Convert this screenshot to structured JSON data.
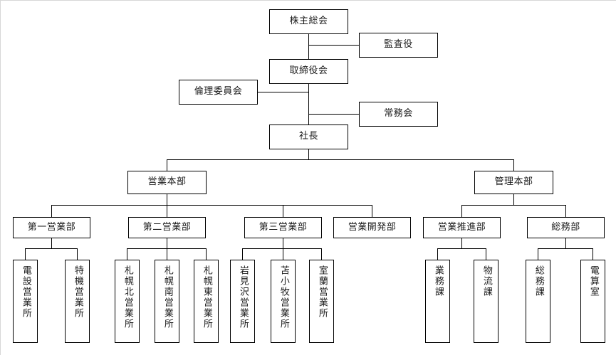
{
  "diagram": {
    "type": "organization-chart",
    "orientation": "top-down",
    "line_color": "#000000",
    "box_fill": "#ffffff",
    "box_border": "#000000",
    "text_color": "#1a1a1a",
    "nodes": {
      "shareholders_meeting": {
        "label": "株主総会",
        "level": 0
      },
      "auditor": {
        "label": "監査役",
        "level": 0
      },
      "board_of_directors": {
        "label": "取締役会",
        "level": 1
      },
      "ethics_committee": {
        "label": "倫理委員会",
        "level": 1
      },
      "executive_board": {
        "label": "常務会",
        "level": 1
      },
      "president": {
        "label": "社長",
        "level": 2
      },
      "sales_hq": {
        "label": "営業本部",
        "level": 3
      },
      "admin_hq": {
        "label": "管理本部",
        "level": 3
      },
      "sales_div_1": {
        "label": "第一営業部",
        "level": 4
      },
      "sales_div_2": {
        "label": "第二営業部",
        "level": 4
      },
      "sales_div_3": {
        "label": "第三営業部",
        "level": 4
      },
      "sales_dev_div": {
        "label": "営業開発部",
        "level": 4
      },
      "sales_promo_div": {
        "label": "営業推進部",
        "level": 4
      },
      "general_affairs_div": {
        "label": "総務部",
        "level": 4
      },
      "office_densetsu": {
        "label": "電設営業所",
        "level": 5
      },
      "office_tokki": {
        "label": "特機営業所",
        "level": 5
      },
      "office_sapporo_kita": {
        "label": "札幌北営業所",
        "level": 5
      },
      "office_sapporo_minami": {
        "label": "札幌南営業所",
        "level": 5
      },
      "office_sapporo_higashi": {
        "label": "札幌東営業所",
        "level": 5
      },
      "office_iwamizawa": {
        "label": "岩見沢営業所",
        "level": 5
      },
      "office_tomakomai": {
        "label": "苫小牧営業所",
        "level": 5
      },
      "office_muroran": {
        "label": "室蘭営業所",
        "level": 5
      },
      "section_gyomu": {
        "label": "業務課",
        "level": 5
      },
      "section_butsuryu": {
        "label": "物流課",
        "level": 5
      },
      "section_somu": {
        "label": "総務課",
        "level": 5
      },
      "section_densan": {
        "label": "電算室",
        "level": 5
      }
    },
    "edges": [
      {
        "from": "shareholders_meeting",
        "to": "auditor"
      },
      {
        "from": "shareholders_meeting",
        "to": "board_of_directors"
      },
      {
        "from": "board_of_directors",
        "to": "ethics_committee"
      },
      {
        "from": "board_of_directors",
        "to": "executive_board"
      },
      {
        "from": "board_of_directors",
        "to": "president"
      },
      {
        "from": "president",
        "to": "sales_hq"
      },
      {
        "from": "president",
        "to": "admin_hq"
      },
      {
        "from": "sales_hq",
        "to": "sales_div_1"
      },
      {
        "from": "sales_hq",
        "to": "sales_div_2"
      },
      {
        "from": "sales_hq",
        "to": "sales_div_3"
      },
      {
        "from": "sales_hq",
        "to": "sales_dev_div"
      },
      {
        "from": "admin_hq",
        "to": "sales_promo_div"
      },
      {
        "from": "admin_hq",
        "to": "general_affairs_div"
      },
      {
        "from": "sales_div_1",
        "to": "office_densetsu"
      },
      {
        "from": "sales_div_1",
        "to": "office_tokki"
      },
      {
        "from": "sales_div_2",
        "to": "office_sapporo_kita"
      },
      {
        "from": "sales_div_2",
        "to": "office_sapporo_minami"
      },
      {
        "from": "sales_div_2",
        "to": "office_sapporo_higashi"
      },
      {
        "from": "sales_div_3",
        "to": "office_iwamizawa"
      },
      {
        "from": "sales_div_3",
        "to": "office_tomakomai"
      },
      {
        "from": "sales_div_3",
        "to": "office_muroran"
      },
      {
        "from": "sales_promo_div",
        "to": "section_gyomu"
      },
      {
        "from": "sales_promo_div",
        "to": "section_butsuryu"
      },
      {
        "from": "general_affairs_div",
        "to": "section_somu"
      },
      {
        "from": "general_affairs_div",
        "to": "section_densan"
      }
    ]
  }
}
